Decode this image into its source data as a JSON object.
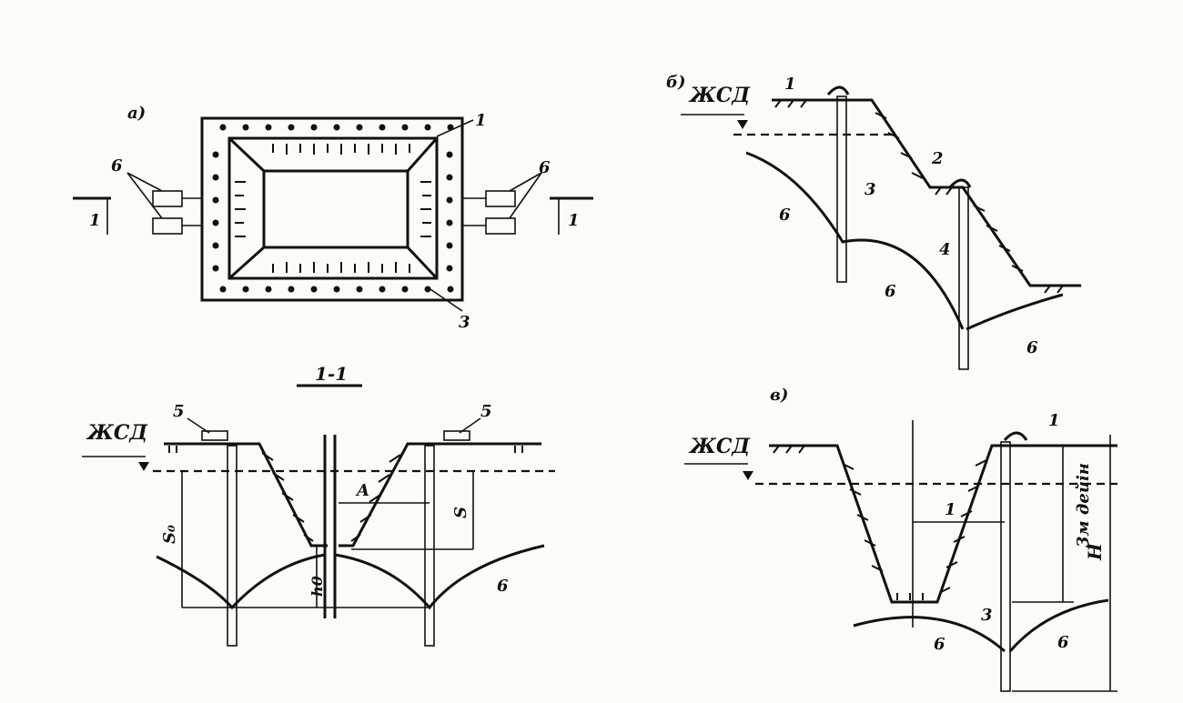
{
  "labels": {
    "fig_a": "а)",
    "fig_b": "б)",
    "fig_v": "в)",
    "section": "1-1",
    "zhsd": "ЖСД",
    "n1": "1",
    "n2": "2",
    "n3": "3",
    "n4": "4",
    "n5": "5",
    "n6": "6",
    "s0": "S₀",
    "s": "S",
    "a": "A",
    "h0": "h0",
    "h": "H",
    "depth": "3м дейін"
  },
  "colors": {
    "ink": "#111111",
    "paper": "#fbfbf8"
  }
}
